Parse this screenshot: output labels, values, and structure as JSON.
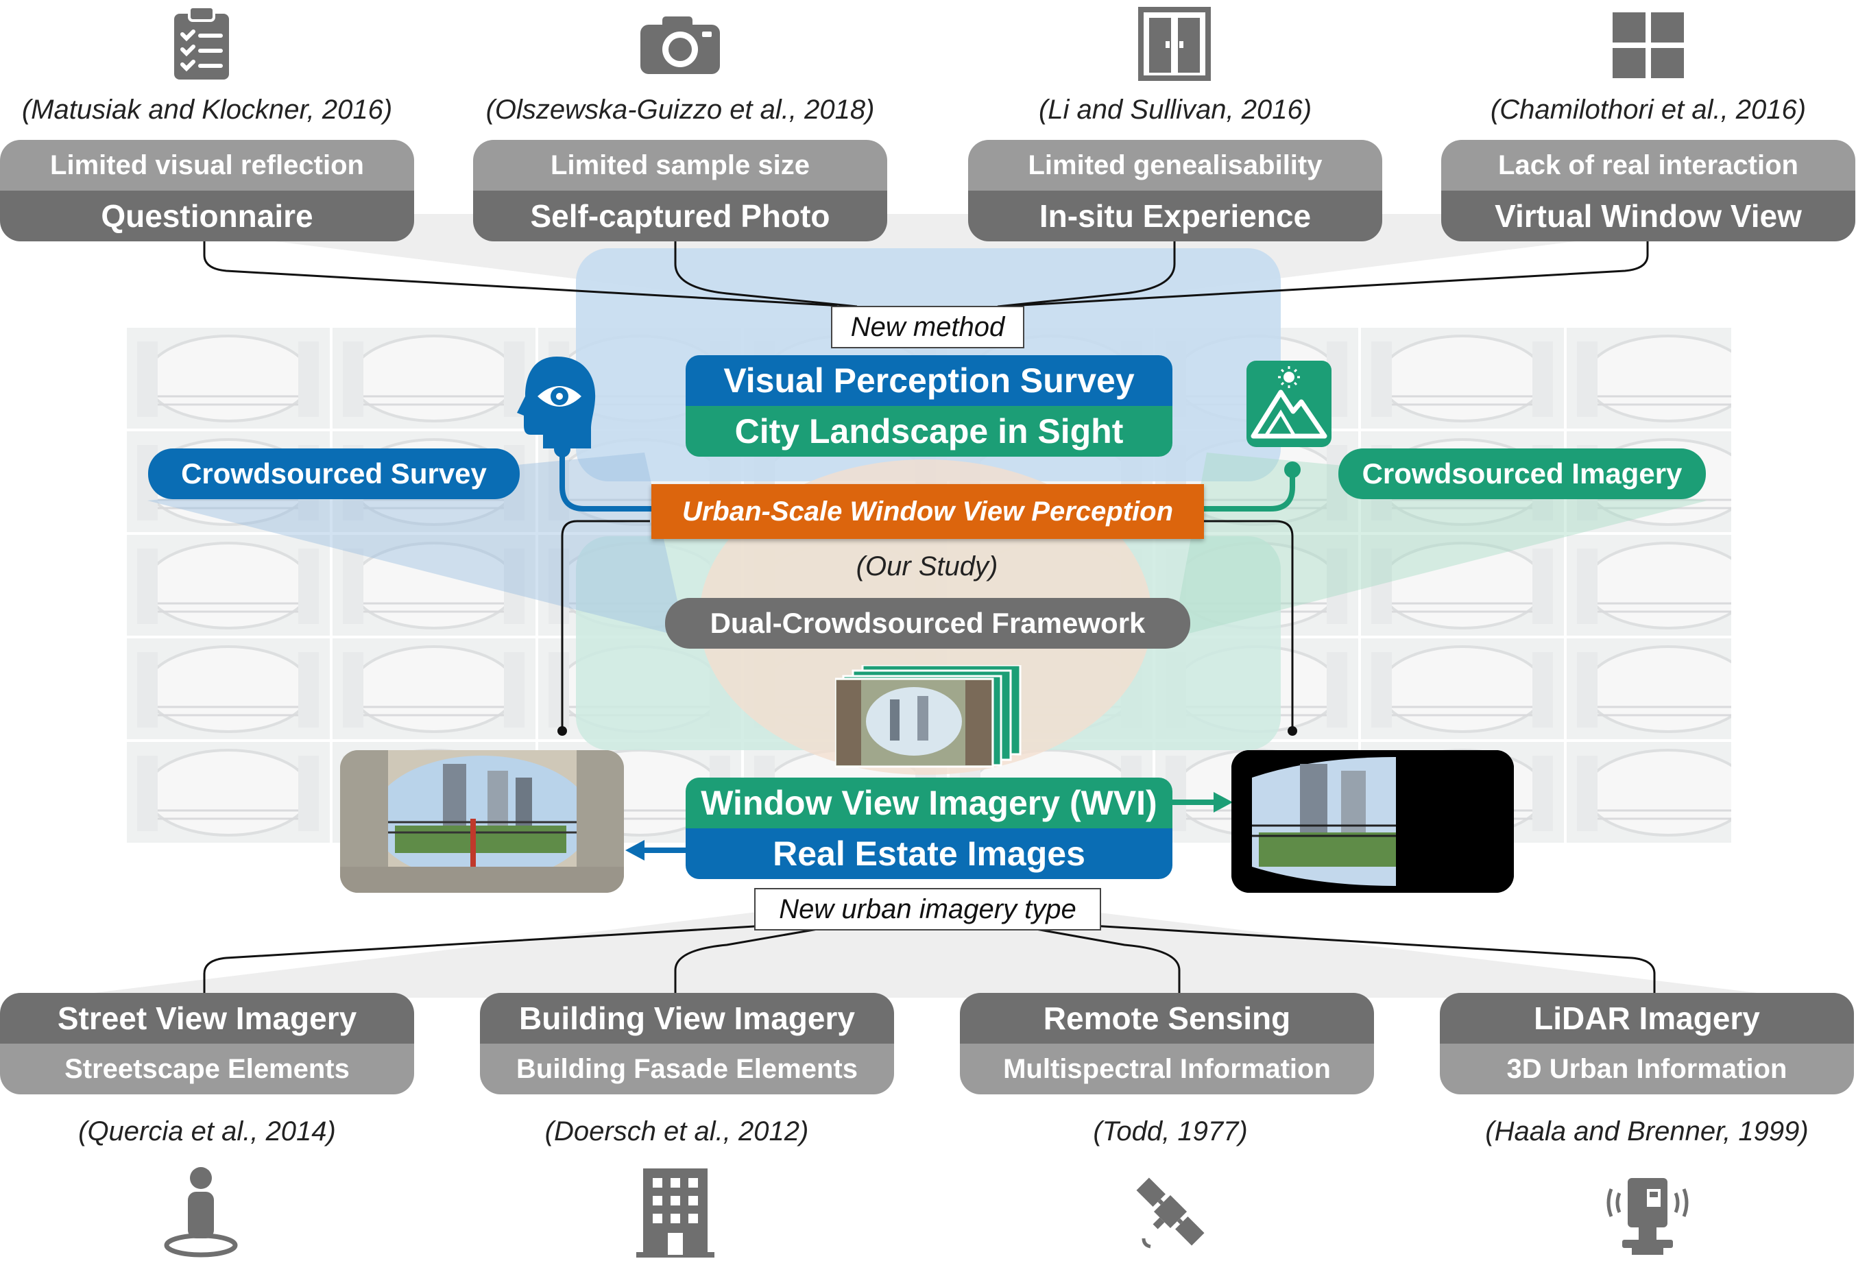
{
  "top": {
    "items": [
      {
        "icon": "clipboard-checklist-icon",
        "cite": "(Matusiak and Klockner, 2016)",
        "limit": "Limited visual reflection",
        "method": "Questionnaire"
      },
      {
        "icon": "camera-icon",
        "cite": "(Olszewska-Guizzo et al., 2018)",
        "limit": "Limited sample size",
        "method": "Self-captured Photo"
      },
      {
        "icon": "window-icon",
        "cite": "(Li and Sullivan, 2016)",
        "limit": "Limited genealisability",
        "method": "In-situ Experience"
      },
      {
        "icon": "grid-window-icon",
        "cite": "(Chamilothori et al., 2016)",
        "limit": "Lack of real interaction",
        "method": "Virtual Window View"
      }
    ]
  },
  "center": {
    "new_method": "New method",
    "visual_perception": "Visual Perception Survey",
    "city_landscape": "City Landscape in Sight",
    "crowd_survey": "Crowdsourced Survey",
    "crowd_imagery": "Crowdsourced Imagery",
    "urban_scale": "Urban-Scale Window View Perception",
    "our_study": "(Our Study)",
    "dual_framework": "Dual-Crowdsourced Framework",
    "wvi": "Window View Imagery (WVI)",
    "real_estate": "Real Estate Images",
    "new_type": "New urban imagery type"
  },
  "bottom": {
    "items": [
      {
        "icon": "person-location-icon",
        "cite": "(Quercia et al., 2014)",
        "type": "Street View Imagery",
        "element": "Streetscape Elements"
      },
      {
        "icon": "building-icon",
        "cite": "(Doersch et al., 2012)",
        "type": "Building View Imagery",
        "element": "Building Fasade Elements"
      },
      {
        "icon": "satellite-icon",
        "cite": "(Todd, 1977)",
        "type": "Remote Sensing",
        "element": "Multispectral Information"
      },
      {
        "icon": "lidar-scanner-icon",
        "cite": "(Haala and Brenner, 1999)",
        "type": "LiDAR Imagery",
        "element": "3D Urban Information"
      }
    ]
  },
  "colors": {
    "blue": "#0a6db4",
    "green": "#1c9e76",
    "orange": "#dc650d",
    "dark_gray": "#6f6f6f",
    "light_gray": "#9b9b9b"
  }
}
